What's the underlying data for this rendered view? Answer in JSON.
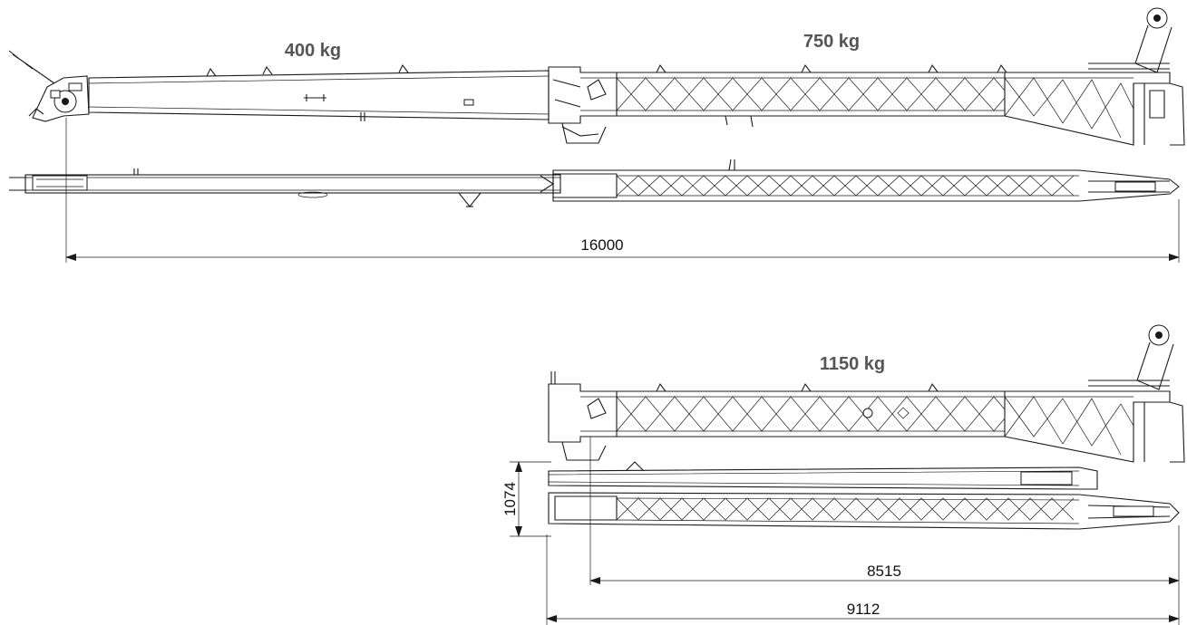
{
  "weights": {
    "jib_tip": "400 kg",
    "jib_base": "750 kg",
    "folded": "1150 kg"
  },
  "dimensions": {
    "total_length": "16000",
    "folded_height": "1074",
    "inner_length": "8515",
    "folded_length": "9112"
  }
}
